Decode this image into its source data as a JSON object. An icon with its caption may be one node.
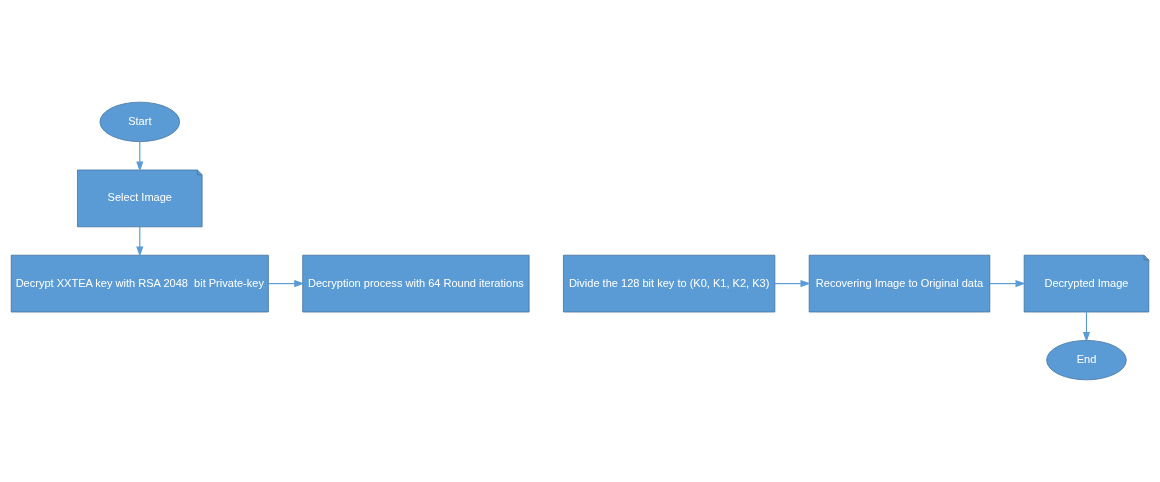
{
  "diagram": {
    "nodes": [
      {
        "text": [
          "Start"
        ]
      },
      {
        "text": [
          "Select Image"
        ]
      },
      {
        "text": [
          "Decrypt XXTEA key with RSA 2048  bit Private-key"
        ]
      },
      {
        "text": [
          "Decryption process with 64 Round iterations"
        ]
      },
      {
        "text": [
          "Divide the 128 bit key to (K0, K1, K2, K3)"
        ]
      },
      {
        "text": [
          "Recovering Image to Original data"
        ]
      },
      {
        "text": [
          "Decrypted Image"
        ]
      },
      {
        "text": [
          "End"
        ]
      }
    ],
    "edges": [
      {
        "from": 0,
        "to": 1,
        "arrow": "to"
      },
      {
        "from": 1,
        "to": 2,
        "arrow": "to"
      },
      {
        "from": 2,
        "to": 3,
        "arrow": "to"
      },
      {
        "from": 4,
        "to": 5,
        "arrow": "to"
      },
      {
        "from": 5,
        "to": 6,
        "arrow": "to"
      },
      {
        "from": 6,
        "to": 7,
        "arrow": "to"
      }
    ]
  }
}
